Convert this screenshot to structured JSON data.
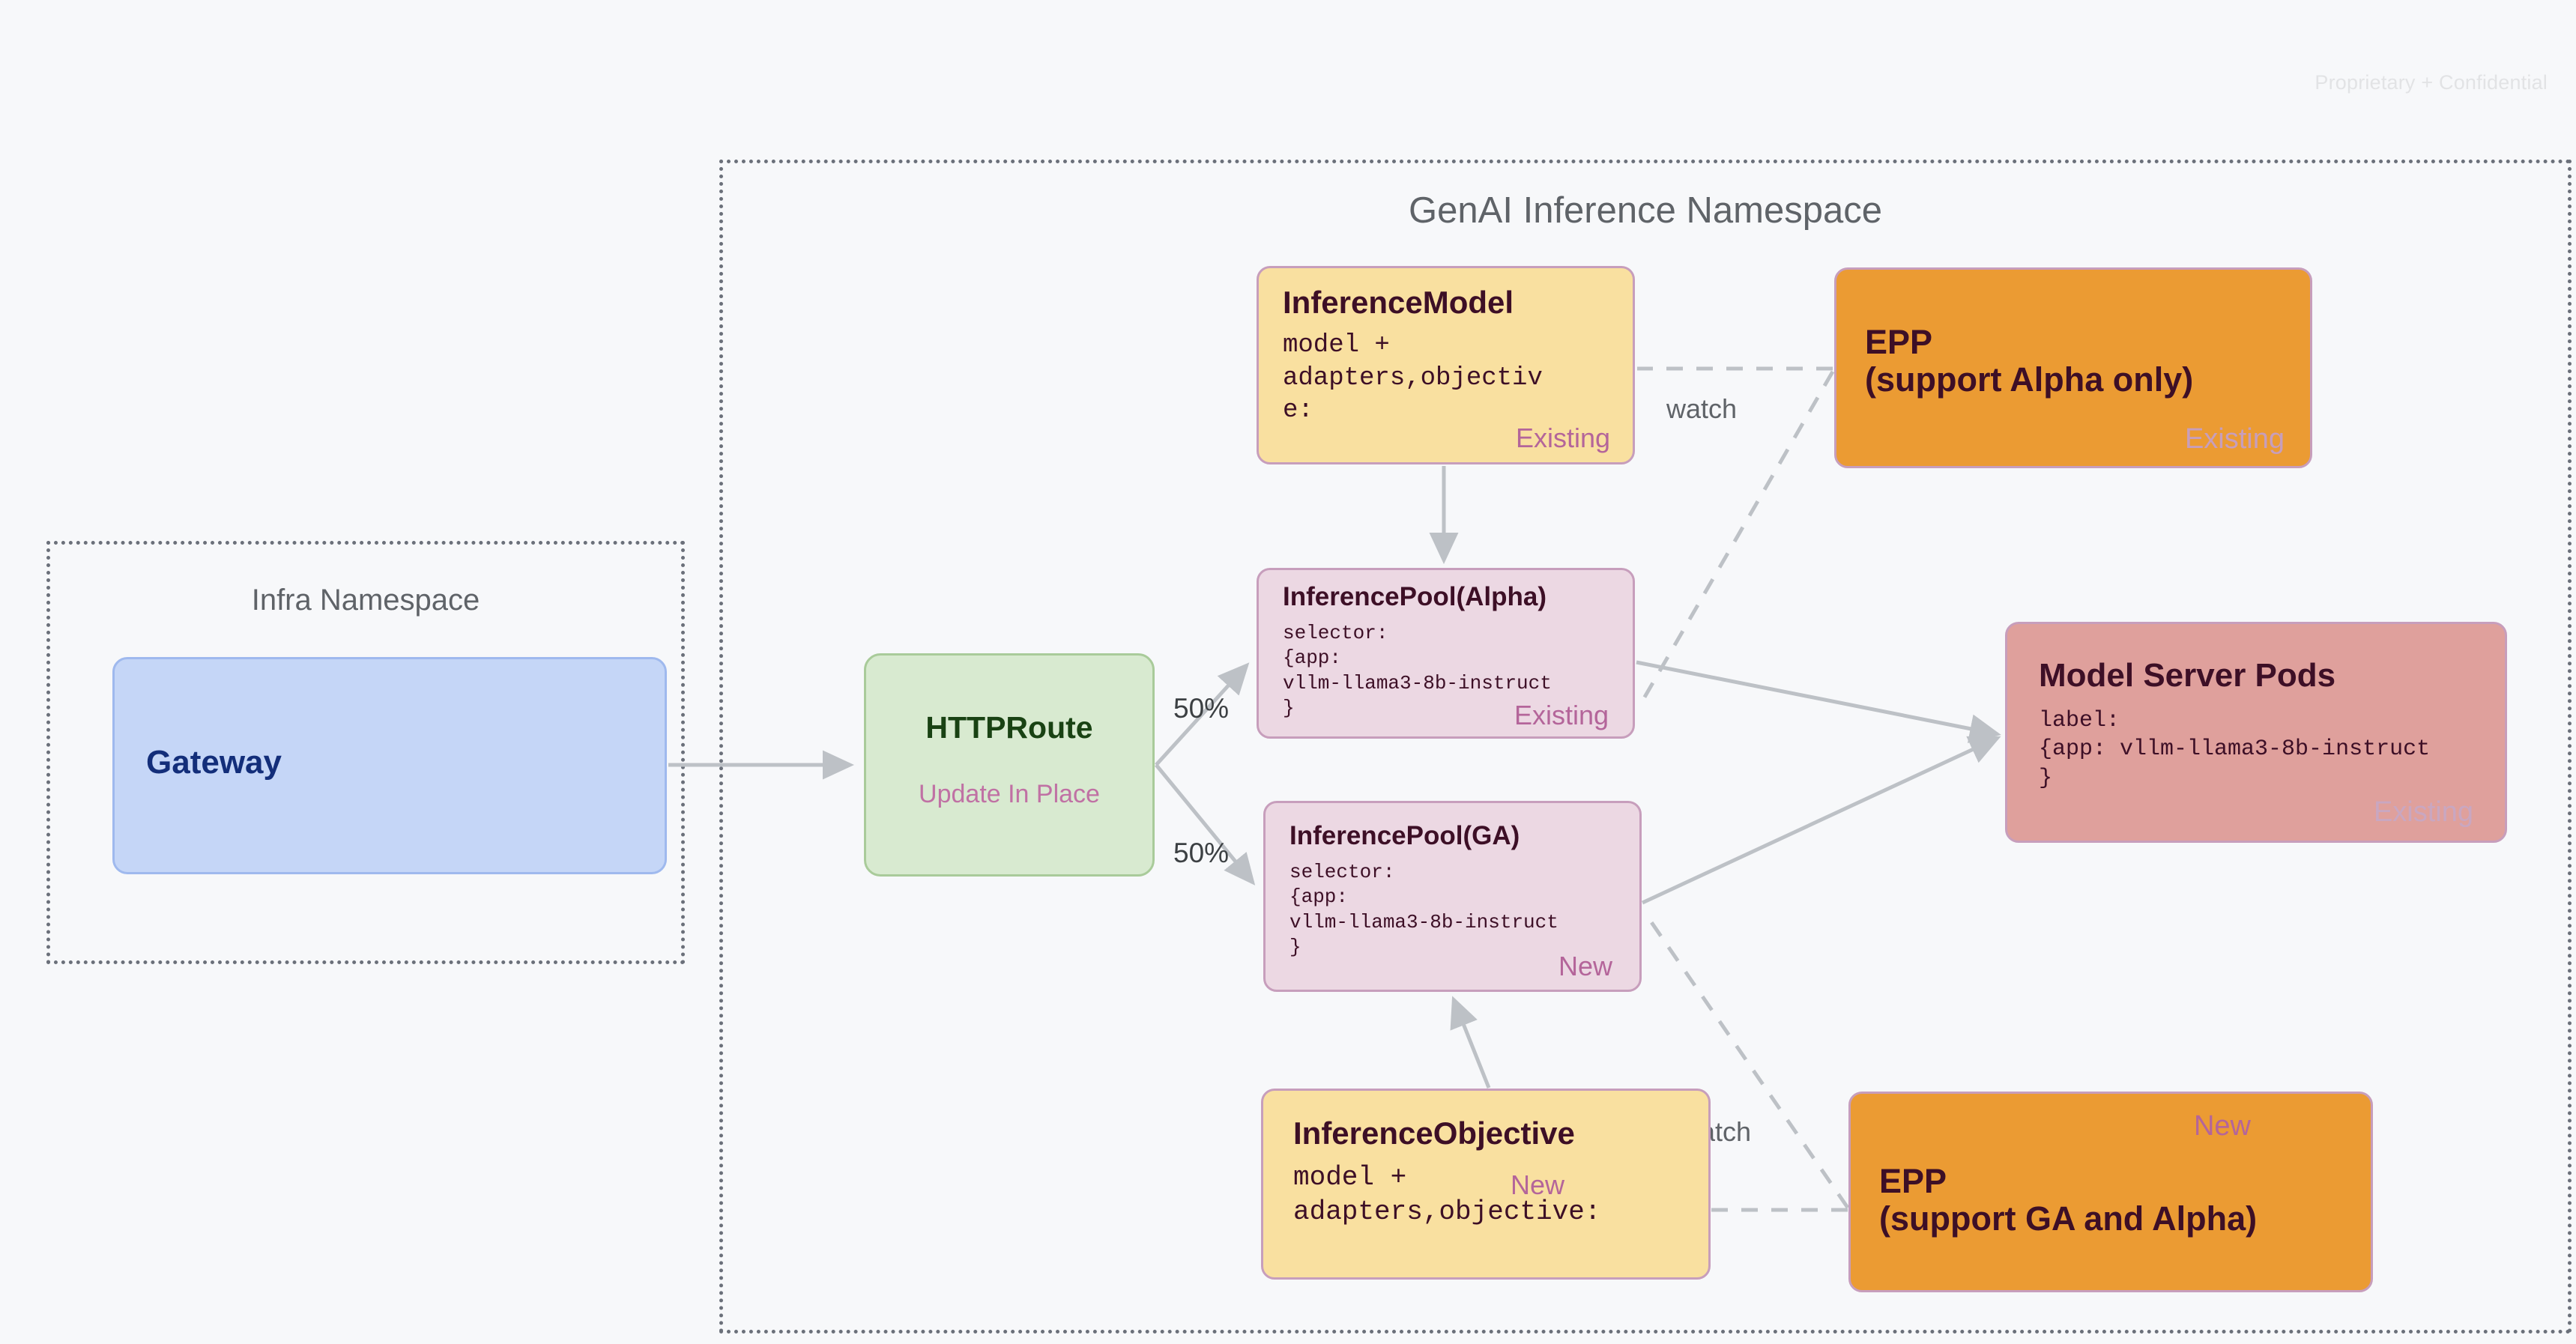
{
  "page": {
    "confidential_notice": "Proprietary + Confidential",
    "background": "#f7f8fa"
  },
  "namespaces": [
    {
      "id": "genai",
      "title": "GenAI Inference Namespace"
    },
    {
      "id": "infra",
      "title": "Infra Namespace"
    }
  ],
  "nodes": {
    "gateway": {
      "title": "Gateway",
      "color": "#c5d6f7",
      "text_color": "#132e7a"
    },
    "httproute": {
      "title": "HTTPRoute",
      "tag": "Update In Place",
      "color": "#d8ead0",
      "text_color": "#194213",
      "tag_color": "#c071a4"
    },
    "inference_model": {
      "title": "InferenceModel",
      "body": "model +\nadapters,objectiv\ne:",
      "tag": "Existing",
      "color": "#f9e0a0"
    },
    "inference_pool_alpha": {
      "title": "InferencePool(Alpha)",
      "body": "selector:\n{app:\nvllm-llama3-8b-instruct\n}",
      "tag": "Existing",
      "color": "#ecd8e3"
    },
    "inference_pool_ga": {
      "title": "InferencePool(GA)",
      "body": "selector:\n{app:\nvllm-llama3-8b-instruct\n}",
      "tag": "New",
      "color": "#ecd8e3"
    },
    "inference_objective": {
      "title": "InferenceObjective",
      "body": "model +\nadapters,objective:",
      "tag": "New",
      "color": "#f9e0a0"
    },
    "epp_alpha": {
      "title": "EPP\n(support Alpha only)",
      "tag": "Existing",
      "color": "#eb9b33"
    },
    "epp_ga": {
      "title": "EPP\n(support GA and Alpha)",
      "tag": "New",
      "color": "#eb9b33"
    },
    "model_server_pods": {
      "title": "Model Server Pods",
      "body": "label:\n{app: vllm-llama3-8b-instruct\n}",
      "tag": "Existing",
      "color": "#dfa09c"
    }
  },
  "edges": {
    "split_top_label": "50%",
    "split_bottom_label": "50%",
    "watch_top_label": "watch",
    "watch_bottom_label": "watch"
  }
}
